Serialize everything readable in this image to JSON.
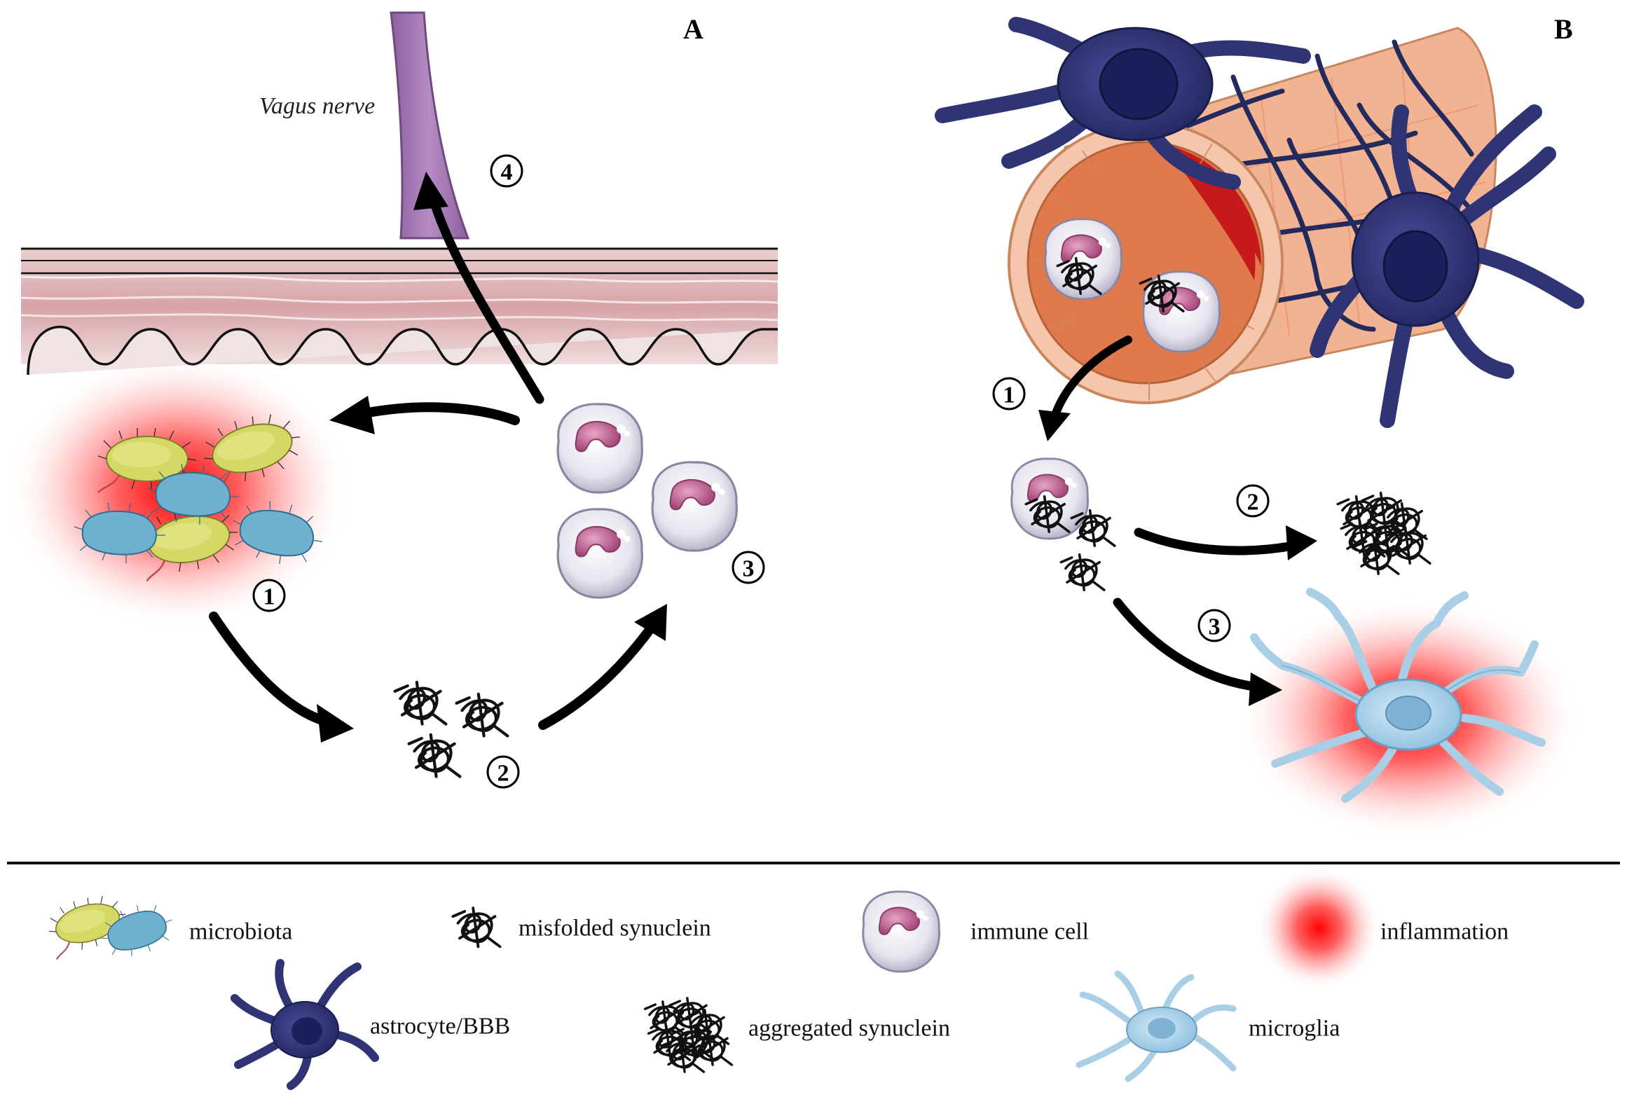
{
  "panels": {
    "a_label": "A",
    "b_label": "B"
  },
  "panel_a": {
    "vagus_label": "Vagus nerve",
    "steps": [
      "1",
      "2",
      "3",
      "4"
    ]
  },
  "panel_b": {
    "steps": [
      "1",
      "2",
      "3"
    ]
  },
  "legend": {
    "microbiota": "microbiota",
    "misfolded": "misfolded synuclein",
    "immune": "immune cell",
    "inflammation": "inflammation",
    "astrocyte": "astrocyte/BBB",
    "aggregated": "aggregated synuclein",
    "microglia": "microglia"
  },
  "colors": {
    "nerve": "#a77bb5",
    "astrocyte": "#2f3474",
    "microglia": "#a9cfe7",
    "vessel_outer": "#f2b392",
    "vessel_lumen": "#d64a33",
    "bacteria_yellow": "#d6d865",
    "bacteria_blue": "#6fb0cf",
    "inflammation": "#ff1a1a",
    "immune_nucleus": "#c26592"
  }
}
